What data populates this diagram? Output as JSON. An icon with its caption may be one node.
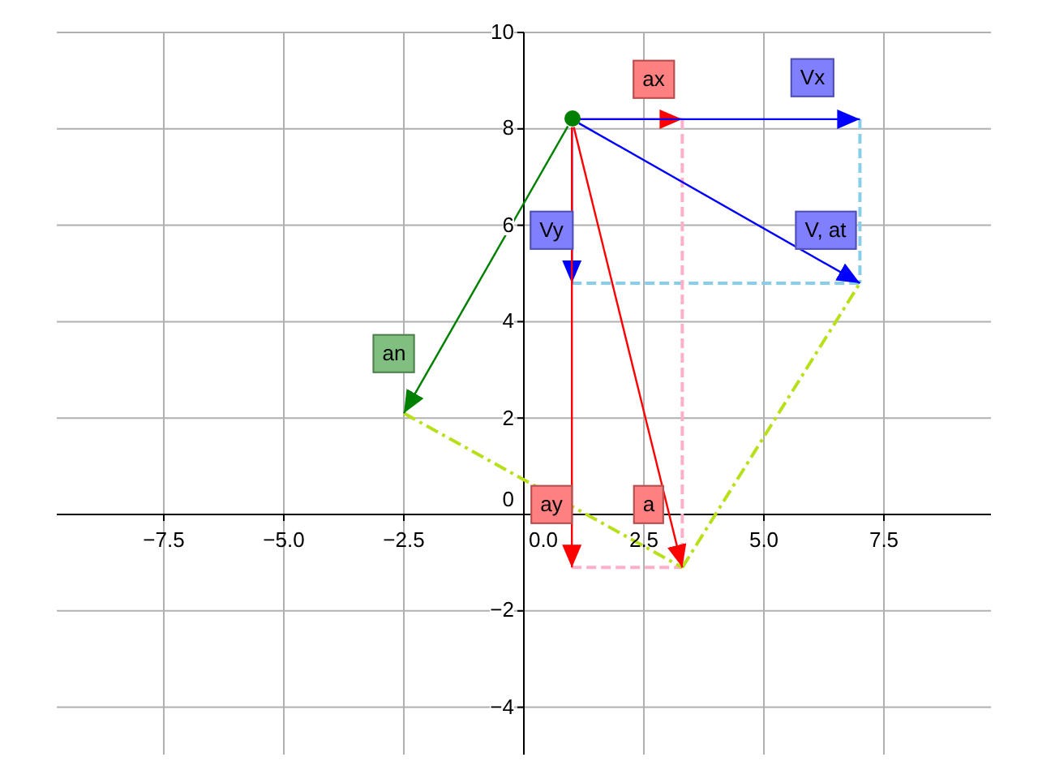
{
  "diagram": {
    "nodes": [
      {
        "text": [],
        "shape": "circle"
      },
      {
        "text": [
          "ax"
        ]
      },
      {
        "text": [
          "Vx"
        ]
      },
      {
        "text": [
          "Vy"
        ]
      },
      {
        "text": [
          "V, at"
        ]
      },
      {
        "text": [
          "an"
        ]
      },
      {
        "text": [
          "ay"
        ]
      },
      {
        "text": [
          "a"
        ]
      }
    ],
    "edges": [
      {
        "from": 0,
        "to": 1,
        "arrow": "to",
        "color": "#ff0000"
      },
      {
        "from": 0,
        "to": 2,
        "arrow": "to",
        "color": "#0000ff"
      },
      {
        "from": 0,
        "to": 4,
        "arrow": "to",
        "color": "#0000ff"
      },
      {
        "from": 0,
        "to": 3,
        "arrow": "to",
        "color": "#0000ff"
      },
      {
        "from": 0,
        "to": 6,
        "arrow": "to",
        "color": "#ff0000"
      },
      {
        "from": 0,
        "to": 7,
        "arrow": "to",
        "color": "#ff0000"
      },
      {
        "from": 0,
        "to": 5,
        "arrow": "to",
        "color": "#008000"
      }
    ],
    "labels": [
      "10",
      "8",
      "6",
      "4",
      "2",
      "0",
      "−2",
      "−4",
      "−7.5",
      "−5.0",
      "−2.5",
      "0.0",
      "2.5",
      "5.0",
      "7.5"
    ]
  }
}
